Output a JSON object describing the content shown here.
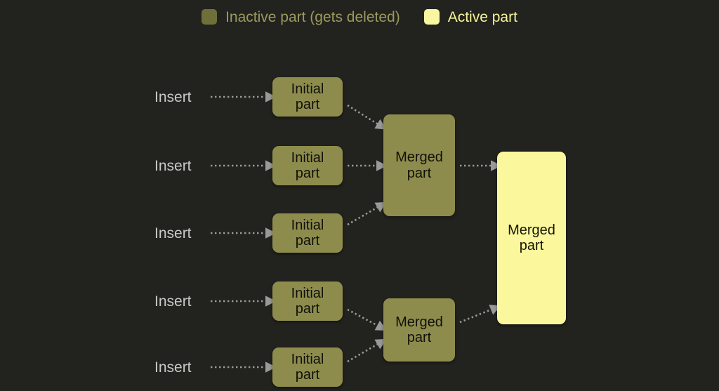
{
  "background_color": "#22231e",
  "legend": {
    "entries": [
      {
        "icon": "square-swatch-icon",
        "label": "Inactive part (gets deleted)",
        "color": "#6f6f3a",
        "text_color": "#9b9a5e"
      },
      {
        "icon": "square-swatch-icon",
        "label": "Active part",
        "color": "#f8f69e",
        "text_color": "#f6f59a"
      }
    ]
  },
  "diagram": {
    "type": "merge-tree-flow",
    "insert_labels": [
      {
        "text": "Insert"
      },
      {
        "text": "Insert"
      },
      {
        "text": "Insert"
      },
      {
        "text": "Insert"
      },
      {
        "text": "Insert"
      }
    ],
    "initial_parts": [
      {
        "line1": "Initial",
        "line2": "part",
        "state": "inactive"
      },
      {
        "line1": "Initial",
        "line2": "part",
        "state": "inactive"
      },
      {
        "line1": "Initial",
        "line2": "part",
        "state": "inactive"
      },
      {
        "line1": "Initial",
        "line2": "part",
        "state": "inactive"
      },
      {
        "line1": "Initial",
        "line2": "part",
        "state": "inactive"
      }
    ],
    "merged_parts": [
      {
        "line1": "Merged",
        "line2": "part",
        "state": "inactive"
      },
      {
        "line1": "Merged",
        "line2": "part",
        "state": "inactive"
      }
    ],
    "final_part": {
      "line1": "Merged",
      "line2": "part",
      "state": "active"
    },
    "arrow_style": {
      "color": "#9a9a9a",
      "dash": "dotted",
      "head": "triangle"
    }
  }
}
